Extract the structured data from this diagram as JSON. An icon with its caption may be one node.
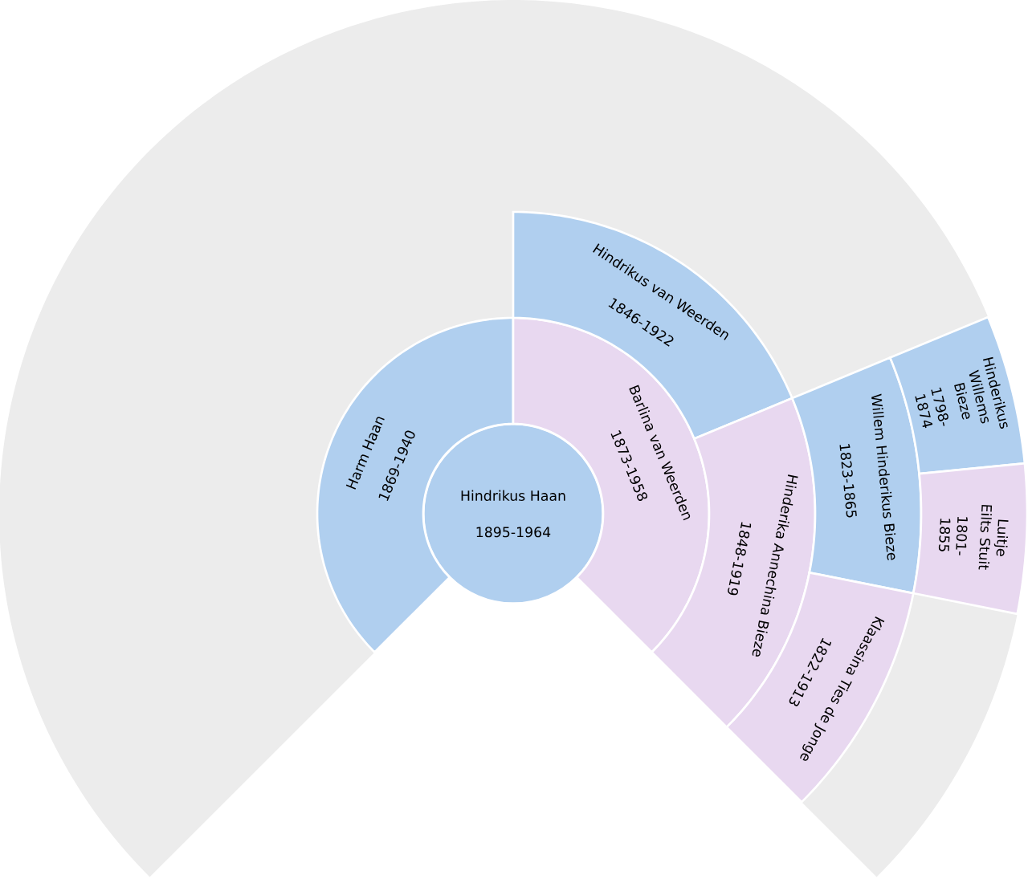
{
  "diagram": {
    "nodes": [
      {
        "text": [
          "Hindrikus Haan",
          "1895-1964"
        ]
      },
      {
        "text": [
          "Harm Haan",
          "1869-1940"
        ]
      },
      {
        "text": [
          "Barlina van Weerden",
          "1873-1958"
        ]
      },
      {
        "text": [
          "Hindrikus van Weerden",
          "1846-1922"
        ]
      },
      {
        "text": [
          "Hinderika Annechina Bieze",
          "1848-1919"
        ]
      },
      {
        "text": [
          "Willem Hinderikus Bieze",
          "1823-1865"
        ]
      },
      {
        "text": [
          "Klaassina Ties de Jonge",
          "1822-1913"
        ]
      },
      {
        "text": [
          "Hinderikus Willems Bieze",
          "1798-1874"
        ]
      },
      {
        "text": [
          "Luitje Eilts Stuit",
          "1801-1855"
        ]
      }
    ]
  }
}
